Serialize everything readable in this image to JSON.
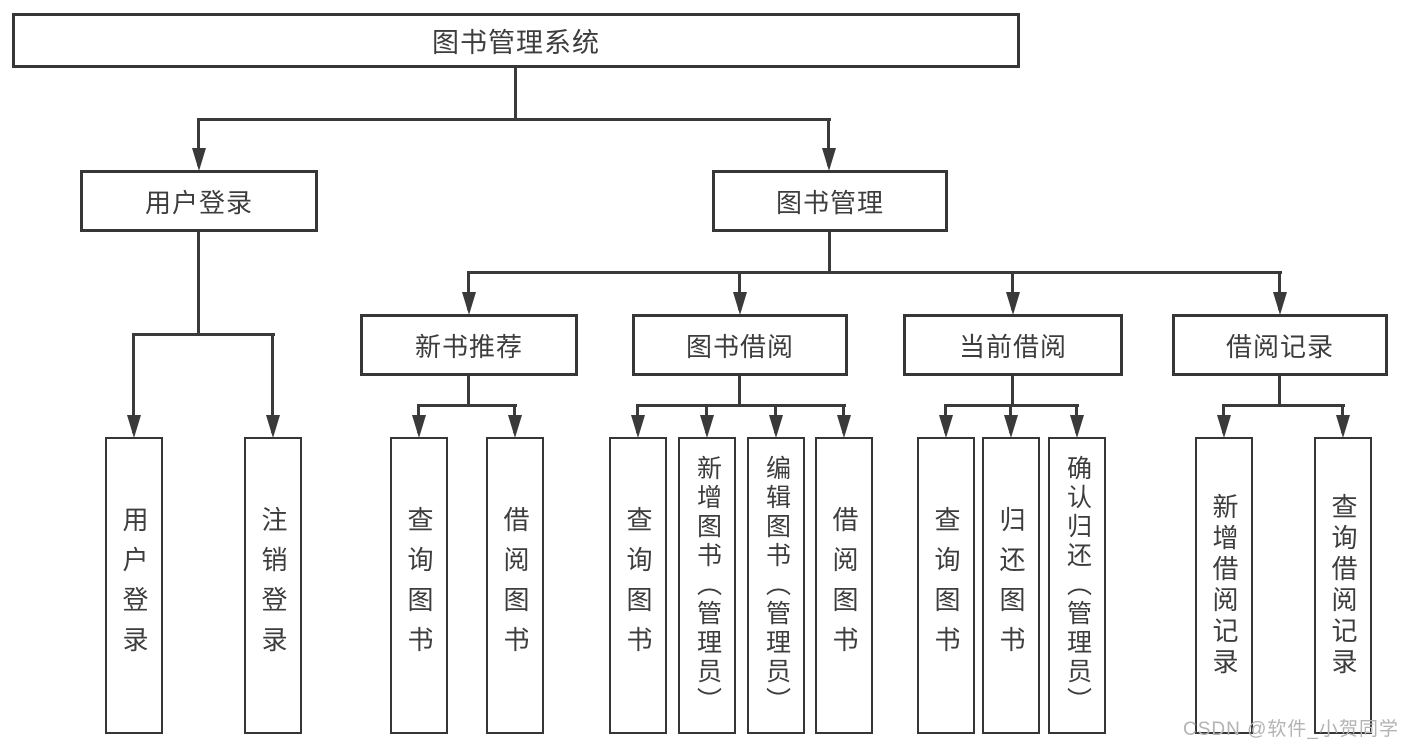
{
  "nodes": {
    "root": "图书管理系统",
    "user_login": "用户登录",
    "book_mgmt": "图书管理",
    "new_book_rec": "新书推荐",
    "book_borrow": "图书借阅",
    "current_borrow": "当前借阅",
    "borrow_records": "借阅记录",
    "leaf_user_login": "用户登录",
    "leaf_logout": "注销登录",
    "leaf_nbr_query": "查询图书",
    "leaf_nbr_borrow": "借阅图书",
    "leaf_bb_query": "查询图书",
    "leaf_bb_add": "新增图书（管理员）",
    "leaf_bb_edit": "编辑图书（管理员）",
    "leaf_bb_borrow": "借阅图书",
    "leaf_cb_query": "查询图书",
    "leaf_cb_return": "归还图书",
    "leaf_cb_confirm": "确认归还（管理员）",
    "leaf_br_add": "新增借阅记录",
    "leaf_br_query": "查询借阅记录"
  },
  "structure": {
    "图书管理系统": {
      "用户登录": [
        "用户登录",
        "注销登录"
      ],
      "图书管理": {
        "新书推荐": [
          "查询图书",
          "借阅图书"
        ],
        "图书借阅": [
          "查询图书",
          "新增图书（管理员）",
          "编辑图书（管理员）",
          "借阅图书"
        ],
        "当前借阅": [
          "查询图书",
          "归还图书",
          "确认归还（管理员）"
        ],
        "借阅记录": [
          "新增借阅记录",
          "查询借阅记录"
        ]
      }
    }
  },
  "watermark": {
    "text": "CSDN @软件_小贺同学"
  },
  "colors": {
    "line": "#3a3a3a",
    "box_border": "#363636",
    "box_background": "#ffffff",
    "text": "#3d3d3d",
    "watermark": "#b3b3b3"
  }
}
